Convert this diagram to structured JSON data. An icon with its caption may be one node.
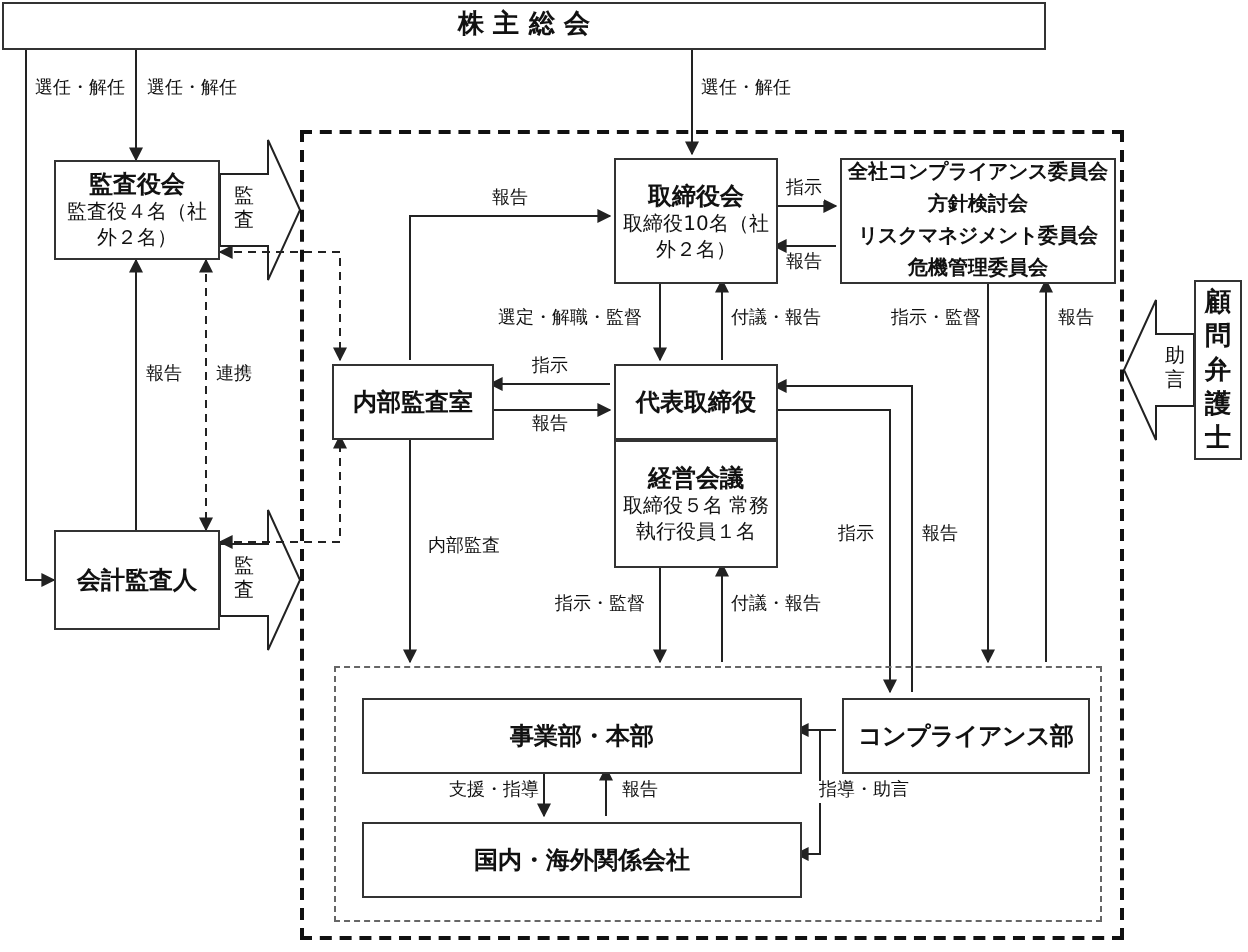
{
  "diagram": {
    "nodes": [
      {
        "text": [
          "株 主 総 会"
        ]
      },
      {
        "text": [
          "監査役会",
          "監査役４名（社外２名）"
        ]
      },
      {
        "text": [
          "会計監査人"
        ]
      },
      {
        "text": [],
        "shape": "box"
      },
      {
        "text": [
          "取締役会",
          "取締役10名（社外２名）"
        ],
        "in": 3
      },
      {
        "text": [
          "全社コンプライアンス委員会",
          "方針検討会",
          "リスクマネジメント委員会",
          "危機管理委員会"
        ],
        "in": 3
      },
      {
        "text": [
          "内部監査室"
        ],
        "in": 3
      },
      {
        "text": [
          "代表取締役"
        ],
        "in": 3
      },
      {
        "text": [
          "経営会議",
          "取締役５名 常務執行役員１名"
        ],
        "in": 3
      },
      {
        "text": [],
        "shape": "box",
        "in": 3
      },
      {
        "text": [
          "事業部・本部"
        ],
        "in": 9
      },
      {
        "text": [
          "国内・海外関係会社"
        ],
        "in": 9
      },
      {
        "text": [
          "コンプライアンス部"
        ],
        "in": 9
      },
      {
        "text": [
          "顧問弁護士"
        ]
      }
    ],
    "edges": [
      {
        "from": 0,
        "to": 2,
        "arrow": "to",
        "label": "選任・解任"
      },
      {
        "from": 0,
        "to": 1,
        "arrow": "to",
        "label": "選任・解任"
      },
      {
        "from": 0,
        "to": 4,
        "arrow": "to",
        "label": "選任・解任"
      },
      {
        "from": 1,
        "to": 3,
        "arrow": "to",
        "label": "監査"
      },
      {
        "from": 2,
        "to": 3,
        "arrow": "to",
        "label": "監査"
      },
      {
        "from": 13,
        "to": 3,
        "arrow": "to",
        "label": "助言"
      },
      {
        "from": 2,
        "to": 1,
        "arrow": "to",
        "label": "報告"
      },
      {
        "from": 1,
        "to": 2,
        "arrow": "both",
        "label": "連携",
        "style": "dashed"
      },
      {
        "from": 1,
        "to": 6,
        "arrow": "both",
        "style": "dashed"
      },
      {
        "from": 2,
        "to": 6,
        "arrow": "both",
        "style": "dashed"
      },
      {
        "from": 6,
        "to": 4,
        "arrow": "to",
        "label": "報告"
      },
      {
        "from": 4,
        "to": 5,
        "arrow": "to",
        "label": "指示"
      },
      {
        "from": 5,
        "to": 4,
        "arrow": "to",
        "label": "報告"
      },
      {
        "from": 4,
        "to": 7,
        "arrow": "to",
        "label": "選定・解職・監督"
      },
      {
        "from": 7,
        "to": 4,
        "arrow": "to",
        "label": "付議・報告"
      },
      {
        "from": 7,
        "to": 6,
        "arrow": "to",
        "label": "指示"
      },
      {
        "from": 6,
        "to": 7,
        "arrow": "to",
        "label": "報告"
      },
      {
        "from": 6,
        "to": 9,
        "arrow": "to",
        "label": "内部監査"
      },
      {
        "from": 8,
        "to": 9,
        "arrow": "to",
        "label": "指示・監督"
      },
      {
        "from": 9,
        "to": 8,
        "arrow": "to",
        "label": "付議・報告"
      },
      {
        "from": 5,
        "to": 9,
        "arrow": "to",
        "label": "指示・監督"
      },
      {
        "from": 9,
        "to": 5,
        "arrow": "to",
        "label": "報告"
      },
      {
        "from": 7,
        "to": 12,
        "arrow": "to",
        "label": "指示"
      },
      {
        "from": 12,
        "to": 7,
        "arrow": "to",
        "label": "報告"
      },
      {
        "from": 12,
        "to": 10,
        "arrow": "to"
      },
      {
        "from": 12,
        "to": 11,
        "arrow": "to",
        "label": "指導・助言"
      },
      {
        "from": 10,
        "to": 11,
        "arrow": "to",
        "label": "支援・指導"
      },
      {
        "from": 11,
        "to": 10,
        "arrow": "to",
        "label": "報告"
      }
    ]
  }
}
